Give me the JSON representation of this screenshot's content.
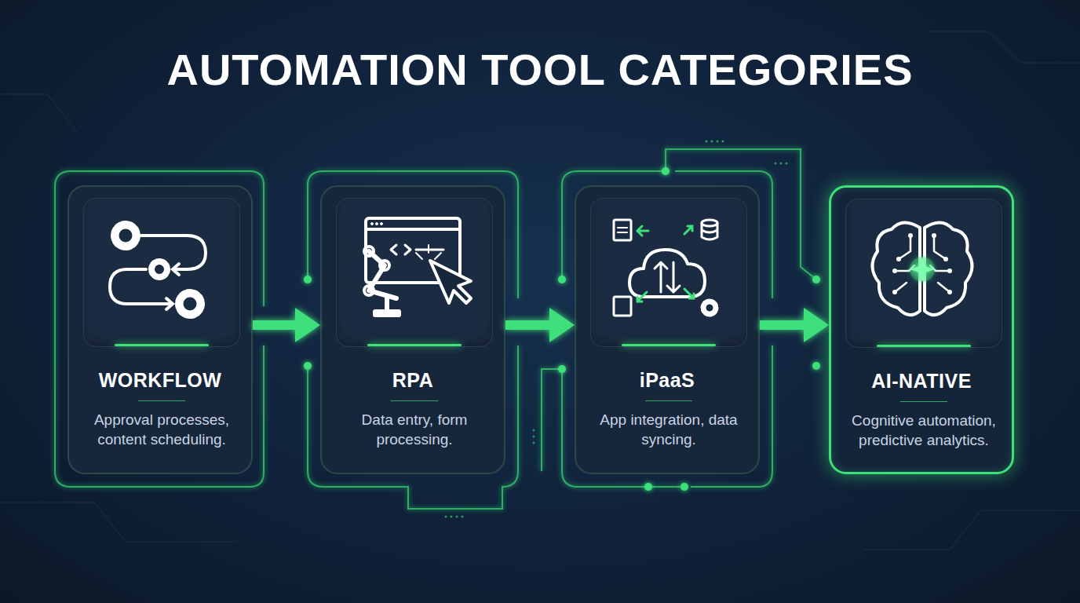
{
  "diagram": {
    "title": "AUTOMATION TOOL CATEGORIES",
    "nodes": [
      {
        "text": [
          "WORKFLOW",
          "Approval processes, content scheduling."
        ]
      },
      {
        "text": [
          "RPA",
          "Data entry, form processing."
        ]
      },
      {
        "text": [
          "iPaaS",
          "App integration, data syncing."
        ]
      },
      {
        "text": [
          "AI-NATIVE",
          "Cognitive automation, predictive analytics."
        ]
      }
    ],
    "edges": [
      {
        "from": 0,
        "to": 1,
        "arrow": "to"
      },
      {
        "from": 1,
        "to": 2,
        "arrow": "to"
      },
      {
        "from": 2,
        "to": 3,
        "arrow": "to"
      }
    ]
  }
}
